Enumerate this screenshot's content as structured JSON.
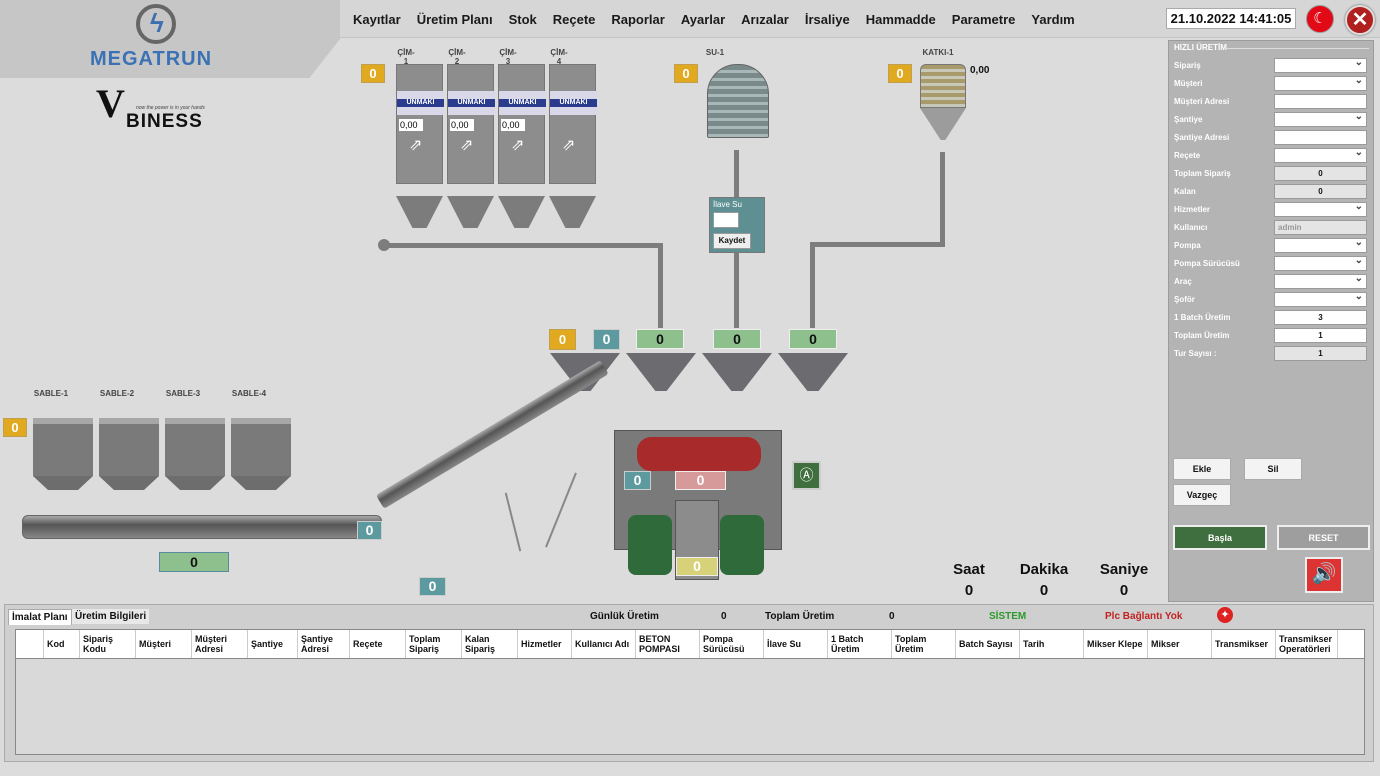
{
  "brand": {
    "name": "MEGATRUN",
    "sub_brand": "BINESS",
    "tagline": "now the power is in your hands"
  },
  "menu": [
    "Kayıtlar",
    "Üretim Planı",
    "Stok",
    "Reçete",
    "Raporlar",
    "Ayarlar",
    "Arızalar",
    "İrsaliye",
    "Hammadde",
    "Parametre",
    "Yardım"
  ],
  "datetime": "21.10.2022 14:41:05",
  "cement_silos": {
    "badge": "0",
    "items": [
      {
        "label": "ÇİM-1",
        "value": "0,00"
      },
      {
        "label": "ÇİM-2",
        "value": "0,00"
      },
      {
        "label": "ÇİM-3",
        "value": "0,00"
      },
      {
        "label": "ÇİM-4",
        "value": ""
      }
    ],
    "brand_text": "UNMAKI"
  },
  "water": {
    "label": "SU-1",
    "badge": "0",
    "ilave_label": "İlave Su",
    "save_label": "Kaydet"
  },
  "additive": {
    "label": "KATKI-1",
    "badge": "0",
    "value": "0,00"
  },
  "scales": {
    "small_yellow": "0",
    "small_teal": "0",
    "cement": "0",
    "water": "0",
    "additive": "0"
  },
  "aggregates": {
    "badge": "0",
    "labels": [
      "SABLE-1",
      "SABLE-2",
      "SABLE-3",
      "SABLE-4"
    ],
    "conveyor_value": "0",
    "belt_scale": "0",
    "incline_value": "0"
  },
  "mixer": {
    "left_value": "0",
    "center_value": "0",
    "bottom_value": "0"
  },
  "timer": {
    "hour_label": "Saat",
    "hour": "0",
    "minute_label": "Dakika",
    "minute": "0",
    "second_label": "Saniye",
    "second": "0"
  },
  "quick_production": {
    "title": "HIZLI ÜRETİM",
    "fields": [
      {
        "label": "Sipariş",
        "value": "",
        "type": "dd"
      },
      {
        "label": "Müşteri",
        "value": "",
        "type": "dd"
      },
      {
        "label": "Müşteri Adresi",
        "value": "",
        "type": "txt"
      },
      {
        "label": "Şantiye",
        "value": "",
        "type": "dd"
      },
      {
        "label": "Şantiye Adresi",
        "value": "",
        "type": "txt"
      },
      {
        "label": "Reçete",
        "value": "",
        "type": "dd"
      },
      {
        "label": "Toplam Sipariş",
        "value": "0",
        "type": "ro"
      },
      {
        "label": "Kalan",
        "value": "0",
        "type": "ro"
      },
      {
        "label": "Hizmetler",
        "value": "",
        "type": "dd"
      },
      {
        "label": "Kullanıcı",
        "value": "admin",
        "type": "ro"
      },
      {
        "label": "Pompa",
        "value": "",
        "type": "dd"
      },
      {
        "label": "Pompa Sürücüsü",
        "value": "",
        "type": "dd"
      },
      {
        "label": "Araç",
        "value": "",
        "type": "dd"
      },
      {
        "label": "Şoför",
        "value": "",
        "type": "dd"
      },
      {
        "label": "1 Batch Üretim",
        "value": "3",
        "type": "txt"
      },
      {
        "label": "Toplam Üretim",
        "value": "1",
        "type": "txt"
      },
      {
        "label": "Tur Sayısı :",
        "value": "1",
        "type": "ro"
      }
    ],
    "buttons": {
      "add": "Ekle",
      "delete": "Sil",
      "cancel": "Vazgeç",
      "start": "Başla",
      "reset": "RESET"
    }
  },
  "bottom": {
    "tabs": [
      "İmalat Planı",
      "Üretim Bilgileri"
    ],
    "daily_label": "Günlük Üretim",
    "daily_value": "0",
    "total_label": "Toplam Üretim",
    "total_value": "0",
    "system_label": "SİSTEM",
    "plc_label": "Plc Bağlantı Yok",
    "columns": [
      "Kod",
      "Sipariş Kodu",
      "Müşteri",
      "Müşteri Adresi",
      "Şantiye",
      "Şantiye Adresi",
      "Reçete",
      "Toplam Sipariş",
      "Kalan Sipariş",
      "Hizmetler",
      "Kullanıcı Adı",
      "BETON POMPASI",
      "Pompa Sürücüsü",
      "İlave Su",
      "1 Batch Üretim",
      "Toplam Üretim",
      "Batch Sayısı",
      "Tarih",
      "Mikser Klepe",
      "Mikser",
      "Transmikser",
      "Transmikser Operatörleri"
    ]
  },
  "colors": {
    "accent_green": "#3f6e3f",
    "alarm_red": "#d33",
    "badge_yellow": "#e0a91f"
  }
}
